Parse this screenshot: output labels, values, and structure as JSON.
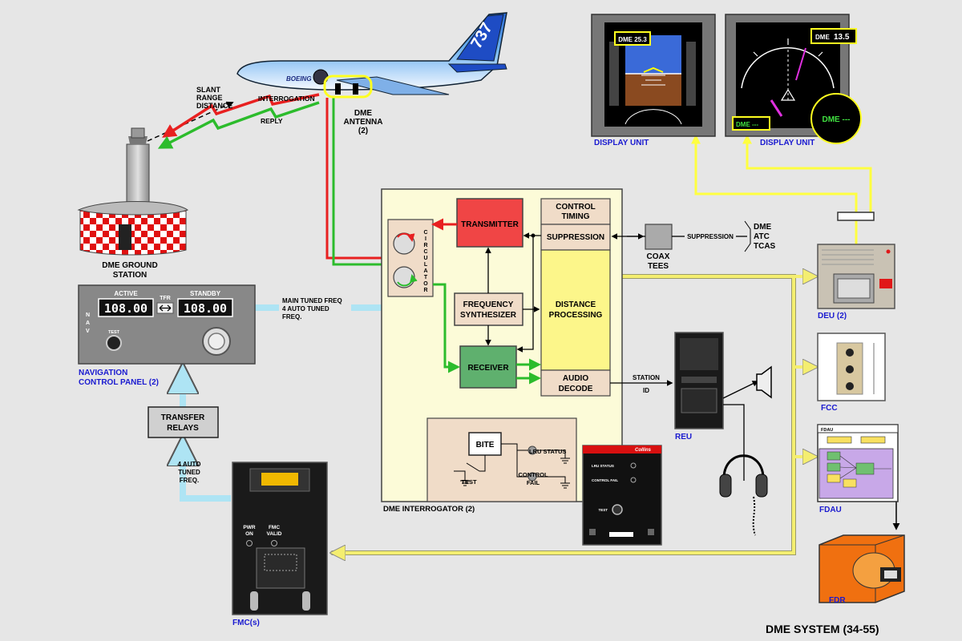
{
  "title": "DME SYSTEM (34-55)",
  "aircraft": {
    "tail_text": "737",
    "body_text": "BOEING"
  },
  "ground_station": {
    "label_1": "DME GROUND",
    "label_2": "STATION"
  },
  "signals": {
    "slant_1": "SLANT",
    "slant_2": "RANGE",
    "slant_3": "DISTANCE",
    "interrogation": "INTERROGATION",
    "reply": "REPLY"
  },
  "antenna": {
    "label_1": "DME",
    "label_2": "ANTENNA",
    "label_3": "(2)"
  },
  "nav_panel": {
    "active_label": "ACTIVE",
    "standby_label": "STANDBY",
    "tfr_label": "TFR",
    "active_freq": "108.00",
    "standby_freq": "108.00",
    "side_text": [
      "N",
      "A",
      "V"
    ],
    "test_label": "TEST",
    "caption_1": "NAVIGATION",
    "caption_2": "CONTROL PANEL (2)"
  },
  "freq_note": {
    "line_1": "MAIN TUNED FREQ",
    "line_2": "4 AUTO TUNED",
    "line_3": "FREQ."
  },
  "transfer_relays": {
    "line_1": "TRANSFER",
    "line_2": "RELAYS"
  },
  "auto_freq_note": {
    "line_1": "4 AUTO",
    "line_2": "TUNED",
    "line_3": "FREQ."
  },
  "fmc": {
    "pwr_1": "PWR",
    "pwr_2": "ON",
    "valid_1": "FMC",
    "valid_2": "VALID",
    "caption": "FMC(s)"
  },
  "interrogator": {
    "caption": "DME INTERROGATOR (2)",
    "circulator": [
      "C",
      "I",
      "R",
      "C",
      "U",
      "L",
      "A",
      "T",
      "O",
      "R"
    ],
    "transmitter": "TRANSMITTER",
    "freq_synth_1": "FREQUENCY",
    "freq_synth_2": "SYNTHESIZER",
    "receiver": "RECEIVER",
    "control_timing_1": "CONTROL",
    "control_timing_2": "TIMING",
    "suppression": "SUPPRESSION",
    "distance_1": "DISTANCE",
    "distance_2": "PROCESSING",
    "audio_1": "AUDIO",
    "audio_2": "DECODE",
    "bite": "BITE",
    "lru_status": "LRU STATUS",
    "control_fail_1": "CONTROL",
    "control_fail_2": "FAIL",
    "test": "TEST"
  },
  "lru_unit": {
    "brand": "Collins",
    "lru_status": "LRU STATUS",
    "control_fail": "CONTROL FAIL",
    "test": "TEST"
  },
  "coax": {
    "line_1": "COAX",
    "line_2": "TEES",
    "suppression": "SUPPRESSION",
    "dme": "DME",
    "atc": "ATC",
    "tcas": "TCAS"
  },
  "station_id": {
    "line_1": "STATION",
    "line_2": "ID"
  },
  "reu": {
    "caption": "REU"
  },
  "displays": {
    "left_caption": "DISPLAY UNIT",
    "right_caption": "DISPLAY UNIT",
    "left_dme": "DME 25.3",
    "right_dme_label": "DME",
    "right_dme_value": "13.5",
    "bottom_dme": "DME ---",
    "circle_dme": "DME ---"
  },
  "deu": {
    "caption": "DEU (2)"
  },
  "fcc": {
    "caption": "FCC"
  },
  "fdau": {
    "caption": "FDAU",
    "header": "FDAU"
  },
  "fdr": {
    "caption": "FDR"
  }
}
